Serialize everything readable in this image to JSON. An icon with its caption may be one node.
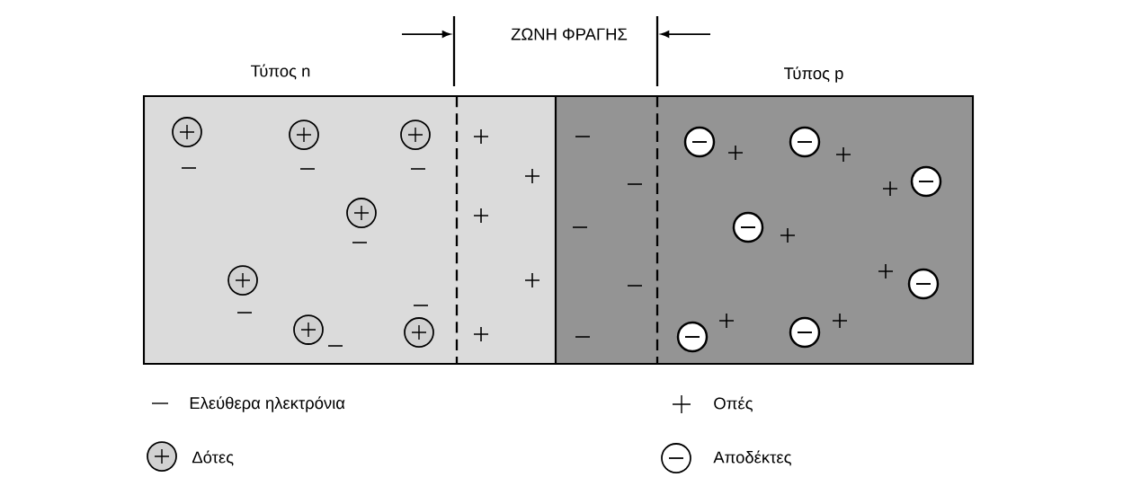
{
  "diagram": {
    "nodes": [
      {
        "text": [
          "Τύπος n"
        ]
      },
      {
        "text": [
          "Τύπος p"
        ]
      }
    ],
    "labels": [
      "ΖΩΝΗ ΦΡΑΓΗΣ"
    ],
    "legend": [
      {
        "text": "Ελεύθερα ηλεκτρόνια"
      },
      {
        "text": "Οπές"
      },
      {
        "text": "Δότες"
      },
      {
        "text": "Αποδέκτες"
      }
    ]
  }
}
